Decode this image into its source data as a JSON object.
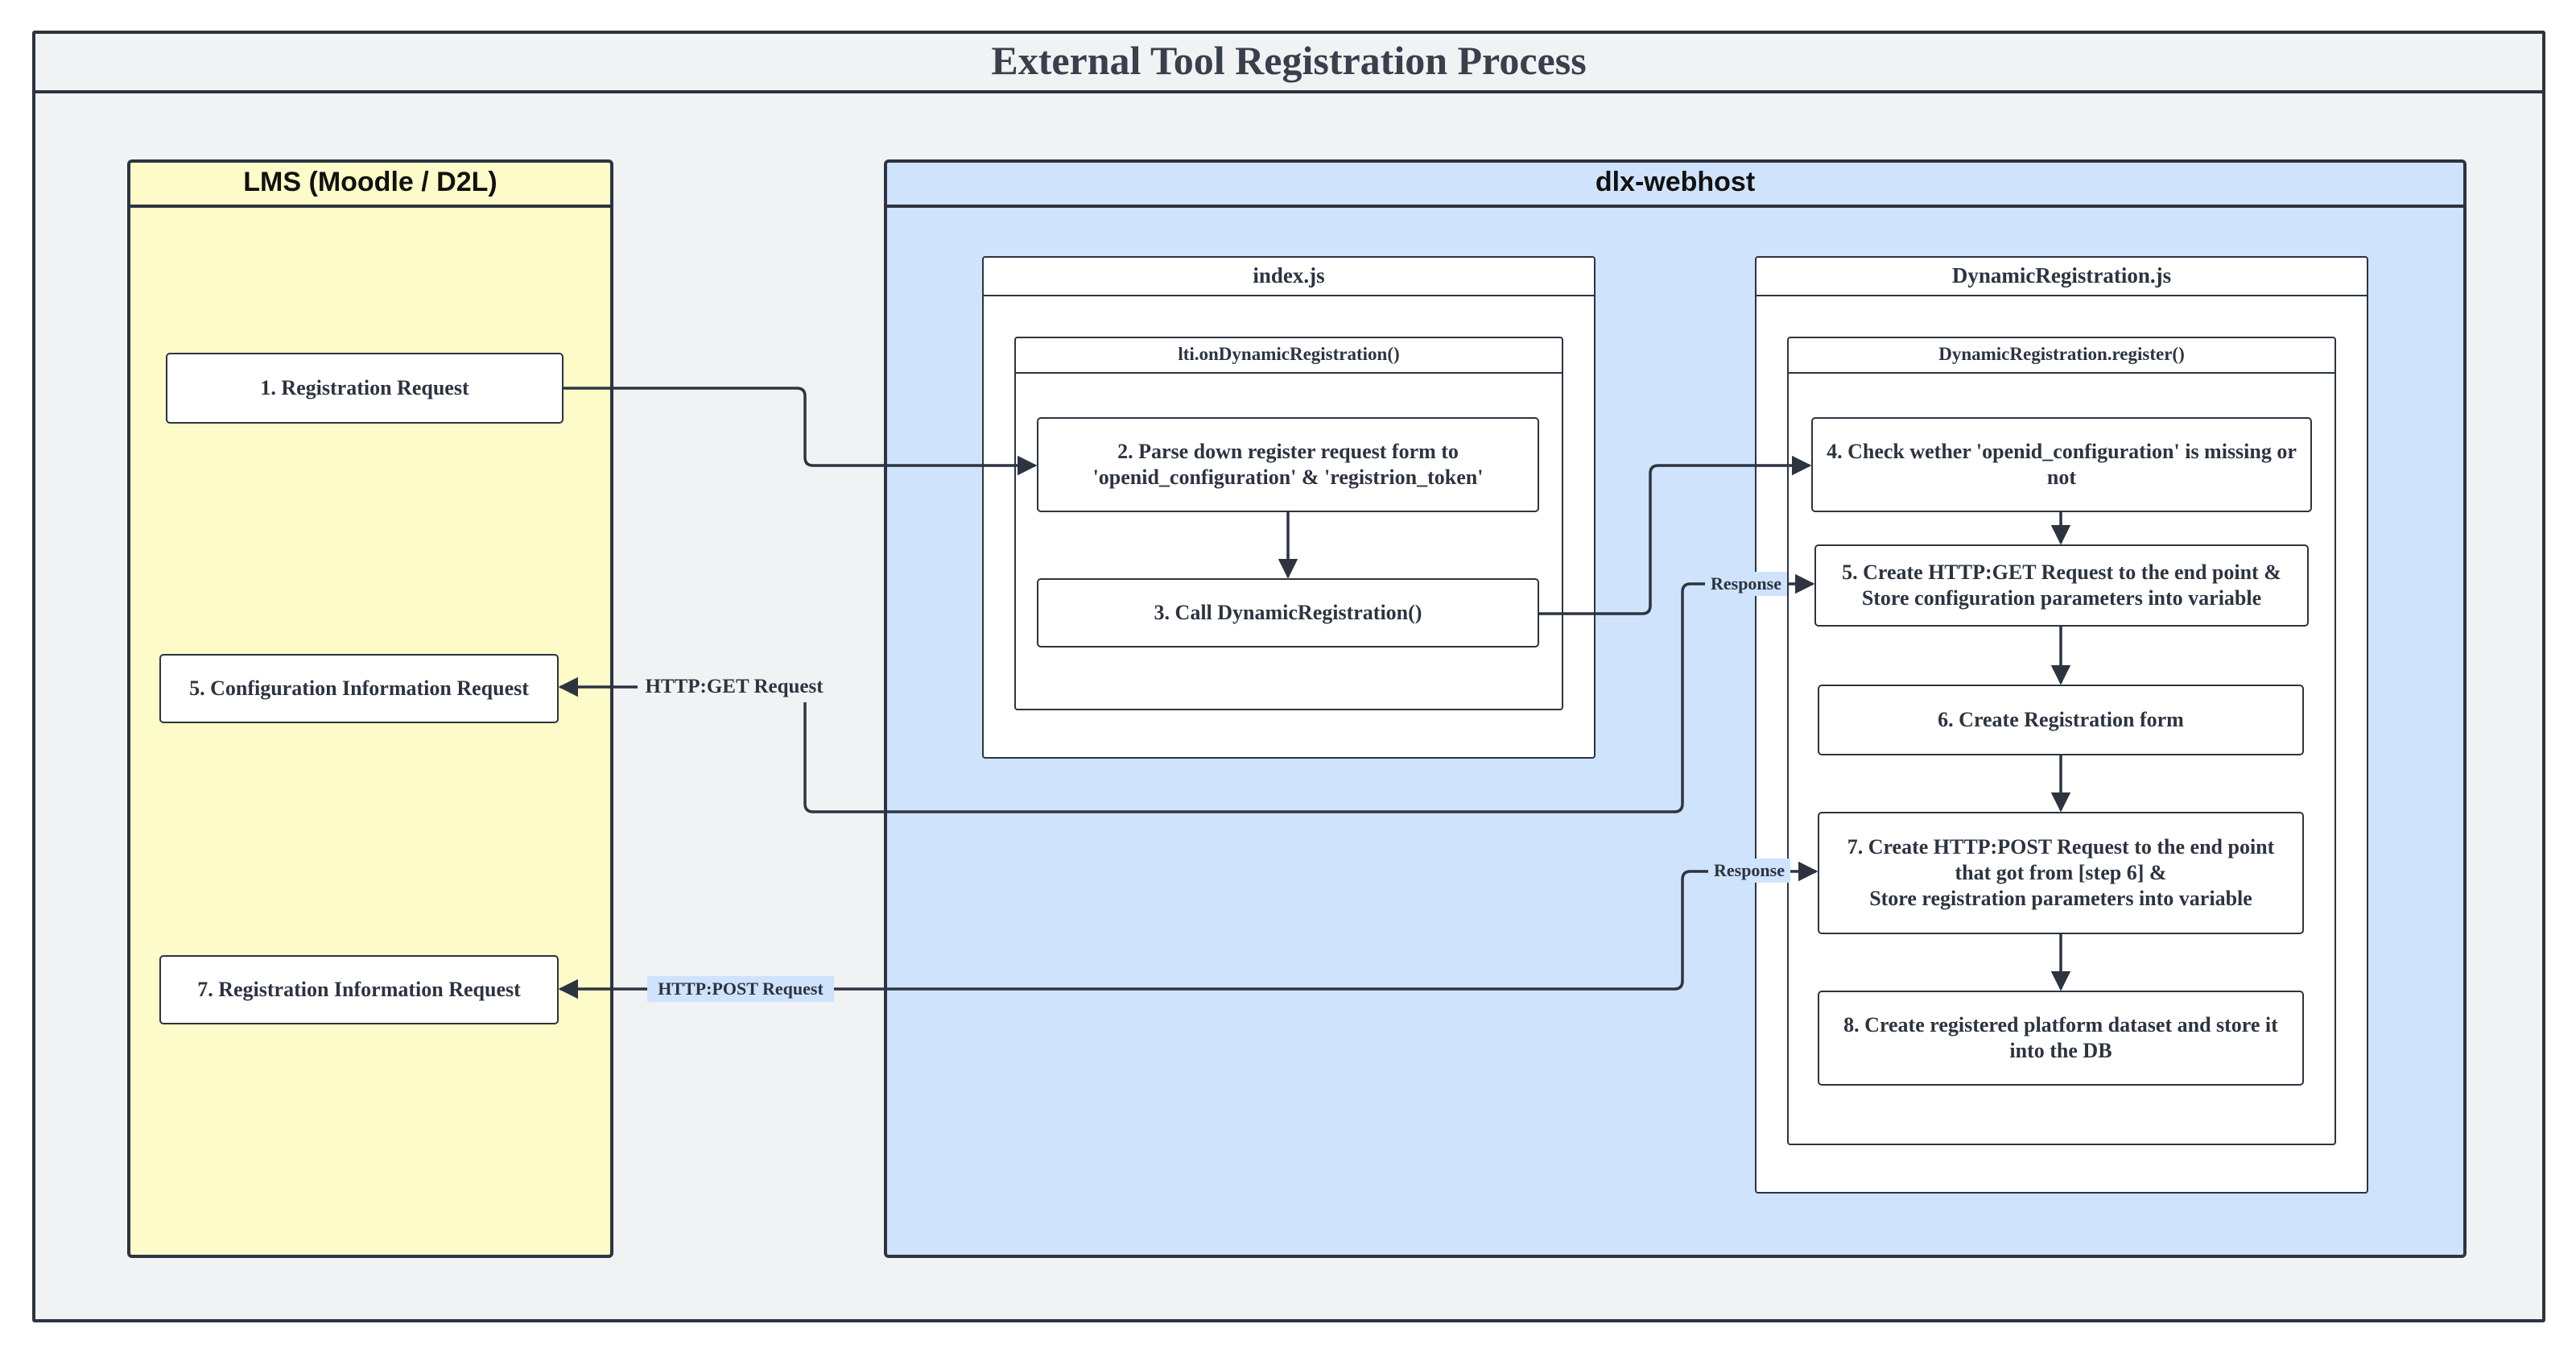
{
  "title": "External Tool Registration Process",
  "lanes": {
    "lms": {
      "title": "LMS (Moodle / D2L)",
      "fill": "#fcfbc9",
      "steps": {
        "registration_request": "1. Registration Request",
        "configuration_info_request": "5. Configuration Information Request",
        "registration_info_request": "7. Registration Information Request"
      }
    },
    "webhost": {
      "title": "dlx-webhost",
      "fill": "#cfe3fd",
      "index_js": {
        "title": "index.js",
        "function": "lti.onDynamicRegistration()",
        "steps": {
          "parse": "2. Parse down register request form to\n'openid_configuration' & 'registrion_token'",
          "call": "3. Call DynamicRegistration()"
        }
      },
      "dynamic_registration_js": {
        "title": "DynamicRegistration.js",
        "function": "DynamicRegistration.register()",
        "steps": {
          "check": "4. Check wether 'openid_configuration' is missing or\nnot",
          "get_request": "5. Create HTTP:GET Request to the end point &\nStore configuration parameters into variable",
          "form": "6. Create Registration form",
          "post_request": "7. Create HTTP:POST Request to the end point\nthat got from [step 6] &\nStore registration parameters into variable",
          "dataset": "8. Create registered platform dataset and store it\ninto the DB"
        }
      }
    }
  },
  "edge_labels": {
    "http_get": "HTTP:GET Request",
    "http_post": "HTTP:POST Request",
    "response_get": "Response",
    "response_post": "Response"
  }
}
